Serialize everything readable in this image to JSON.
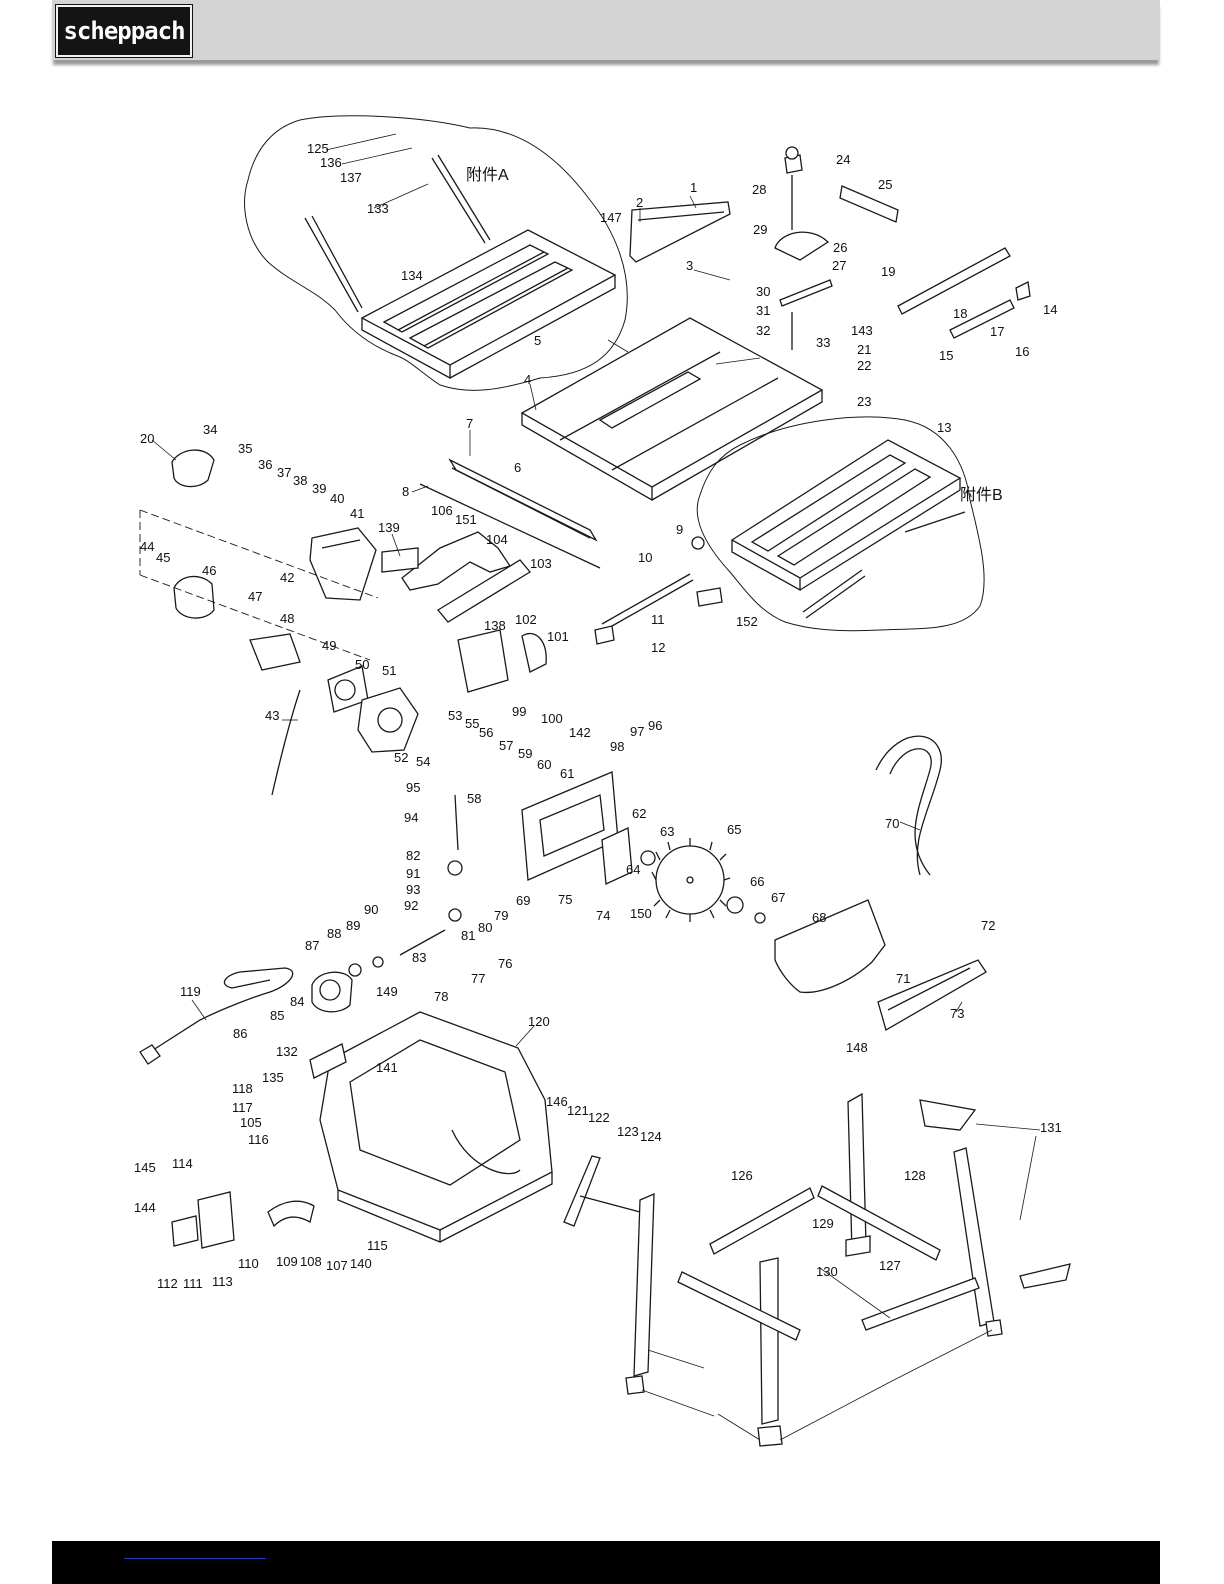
{
  "header": {
    "logo_text": "scheppach",
    "bar_color": "#d4d4d4",
    "logo_bg": "#141414"
  },
  "footer": {
    "bar_color": "#000000"
  },
  "diagram": {
    "groups": [
      {
        "id": "A",
        "label": "附件A"
      },
      {
        "id": "B",
        "label": "附件B"
      }
    ],
    "labels": [
      "1",
      "2",
      "3",
      "4",
      "5",
      "6",
      "7",
      "8",
      "9",
      "10",
      "11",
      "12",
      "13",
      "14",
      "15",
      "16",
      "17",
      "18",
      "19",
      "20",
      "21",
      "22",
      "23",
      "24",
      "25",
      "26",
      "27",
      "28",
      "29",
      "30",
      "31",
      "32",
      "33",
      "34",
      "35",
      "36",
      "37",
      "38",
      "39",
      "40",
      "41",
      "42",
      "43",
      "44",
      "45",
      "46",
      "47",
      "48",
      "49",
      "50",
      "51",
      "52",
      "53",
      "54",
      "55",
      "56",
      "57",
      "58",
      "59",
      "60",
      "61",
      "62",
      "63",
      "64",
      "65",
      "66",
      "67",
      "68",
      "69",
      "70",
      "71",
      "72",
      "73",
      "74",
      "75",
      "76",
      "77",
      "78",
      "79",
      "80",
      "81",
      "82",
      "83",
      "84",
      "85",
      "86",
      "87",
      "88",
      "89",
      "90",
      "91",
      "92",
      "93",
      "94",
      "95",
      "96",
      "97",
      "98",
      "99",
      "100",
      "101",
      "102",
      "103",
      "104",
      "105",
      "106",
      "107",
      "108",
      "109",
      "110",
      "111",
      "112",
      "113",
      "114",
      "115",
      "116",
      "117",
      "118",
      "119",
      "120",
      "121",
      "122",
      "123",
      "124",
      "125",
      "126",
      "127",
      "128",
      "129",
      "130",
      "131",
      "132",
      "133",
      "134",
      "135",
      "136",
      "137",
      "138",
      "139",
      "140",
      "141",
      "142",
      "143",
      "144",
      "145",
      "146",
      "147",
      "148",
      "149",
      "150",
      "151",
      "152"
    ]
  }
}
